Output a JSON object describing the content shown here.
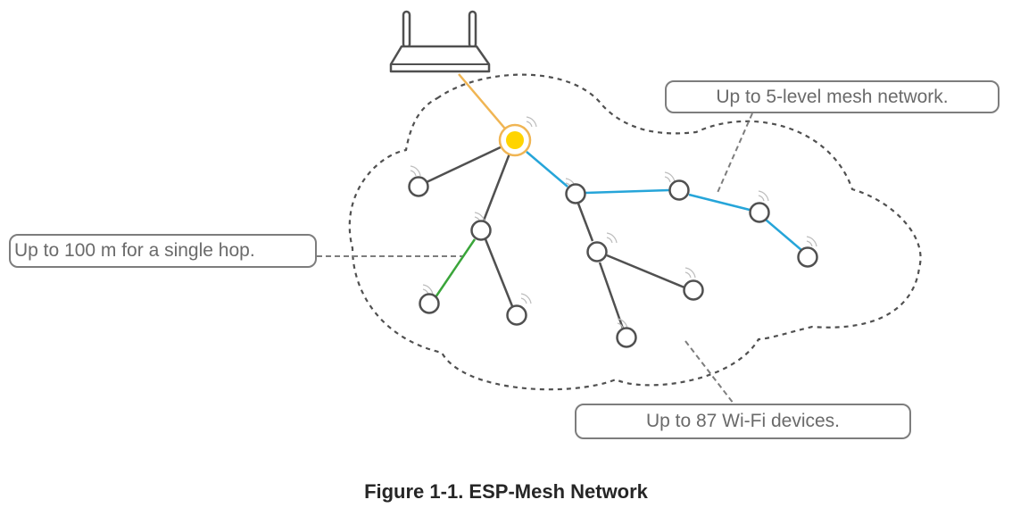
{
  "callouts": {
    "levels": "Up to 5-level mesh network.",
    "hop": "Up to 100 m for a single hop.",
    "devices": "Up to 87 Wi-Fi devices."
  },
  "caption": "Figure 1-1. ESP-Mesh Network",
  "colors": {
    "uplink": "#f0b553",
    "root_node": "#ffd400",
    "highlight_path": "#26a5d9",
    "hop_link": "#3aa53a",
    "link": "#505050",
    "node_outline": "#505050",
    "cloud_outline": "#505050",
    "callout_border": "#7d7d7d"
  },
  "icons": [
    "router-icon",
    "wifi-signal-icon"
  ]
}
